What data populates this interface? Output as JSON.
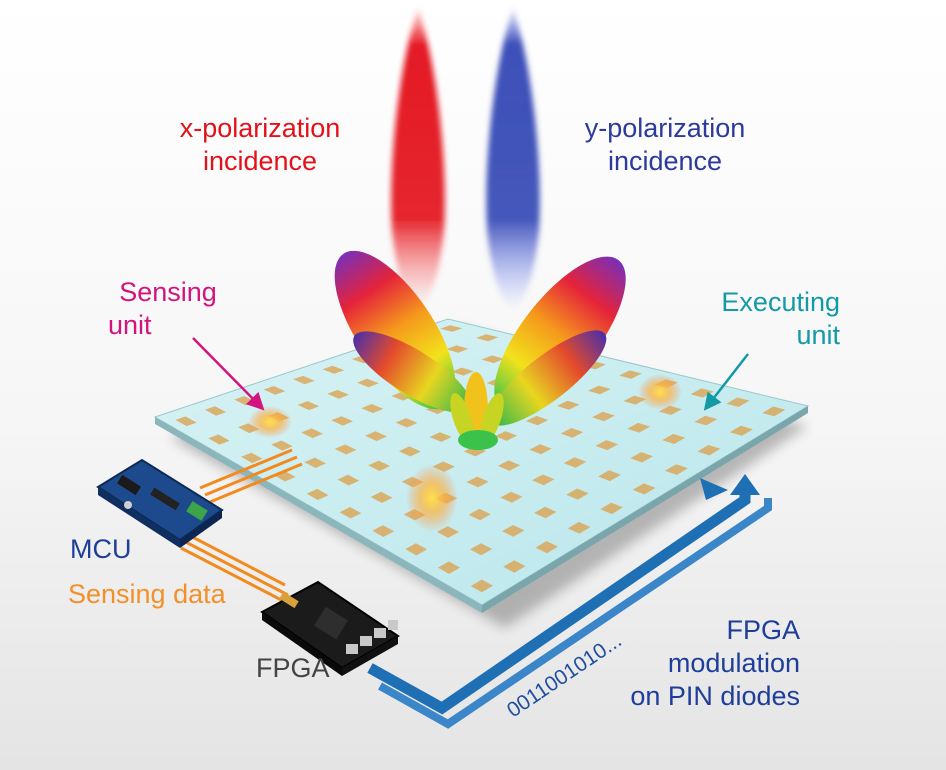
{
  "labels": {
    "x_polarization": {
      "line1": "x-polarization",
      "line2": "incidence"
    },
    "y_polarization": {
      "line1": "y-polarization",
      "line2": "incidence"
    },
    "sensing_unit": {
      "line1": "Sensing",
      "line2": "unit"
    },
    "executing_unit": {
      "line1": "Executing",
      "line2": "unit"
    },
    "mcu": "MCU",
    "sensing_data": "Sensing data",
    "fpga": "FPGA",
    "fpga_modulation": {
      "line1": "FPGA",
      "line2": "modulation",
      "line3": "on PIN diodes"
    },
    "bitstream": "0011001010..."
  },
  "colors": {
    "x_polarization": "#e3121a",
    "y_polarization": "#2b3a9b",
    "sensing": "#d4147e",
    "executing": "#139aa6",
    "sensing_data": "#f2902a",
    "blue_text": "#1f3e9a",
    "fpga_text": "#444444",
    "board": "#cdeff2",
    "patch": "#d9a85c",
    "feedback_arrow": "#1f6fb4",
    "data_wires": "#f28a1e"
  }
}
